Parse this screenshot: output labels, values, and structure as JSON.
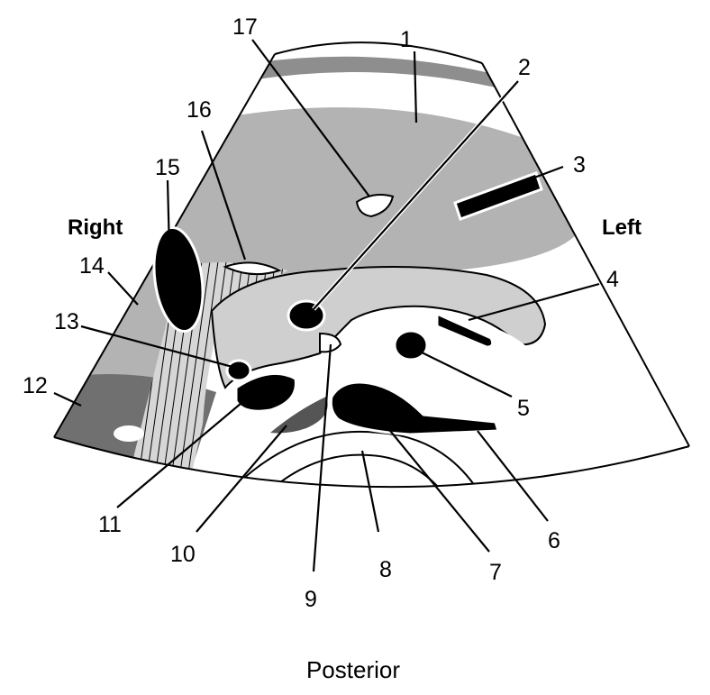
{
  "diagram": {
    "side_labels": {
      "right": "Right",
      "left": "Left"
    },
    "bottom_label": "Posterior",
    "numbers": [
      "1",
      "2",
      "3",
      "4",
      "5",
      "6",
      "7",
      "8",
      "9",
      "10",
      "11",
      "12",
      "13",
      "14",
      "15",
      "16",
      "17"
    ],
    "colors": {
      "light_gray": "#b3b3b3",
      "pale_gray": "#cfcfcf",
      "dark_gray": "#6f6f6f",
      "black": "#000000",
      "white": "#ffffff"
    }
  }
}
